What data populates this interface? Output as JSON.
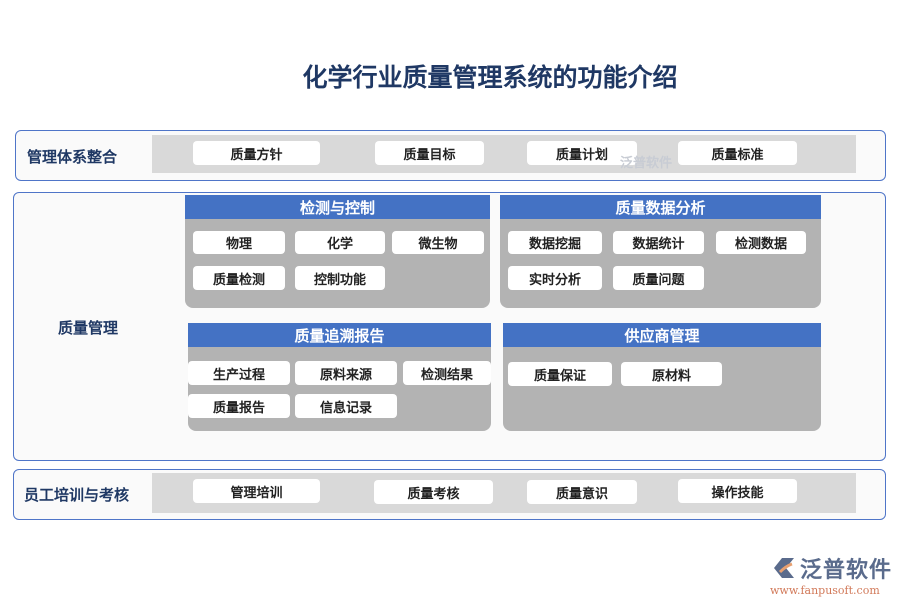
{
  "title": "化学行业质量管理系统的功能介绍",
  "row1": {
    "label": "管理体系整合",
    "items": [
      "质量方针",
      "质量目标",
      "质量计划",
      "质量标准"
    ]
  },
  "row2": {
    "label": "质量管理",
    "panels": [
      {
        "title": "检测与控制",
        "items": [
          "物理",
          "化学",
          "微生物",
          "质量检测",
          "控制功能"
        ]
      },
      {
        "title": "质量数据分析",
        "items": [
          "数据挖掘",
          "数据统计",
          "检测数据",
          "实时分析",
          "质量问题"
        ]
      },
      {
        "title": "质量追溯报告",
        "items": [
          "生产过程",
          "原料来源",
          "检测结果",
          "质量报告",
          "信息记录"
        ]
      },
      {
        "title": "供应商管理",
        "items": [
          "质量保证",
          "原材料"
        ]
      }
    ]
  },
  "row3": {
    "label": "员工培训与考核",
    "items": [
      "管理培训",
      "质量考核",
      "质量意识",
      "操作技能"
    ]
  },
  "watermark": "泛普软件",
  "logo": {
    "name": "泛普软件",
    "url": "www.fanpusoft.com"
  },
  "colors": {
    "accent": "#4472c4",
    "title": "#1f3864",
    "panel": "#b3b3b3"
  }
}
